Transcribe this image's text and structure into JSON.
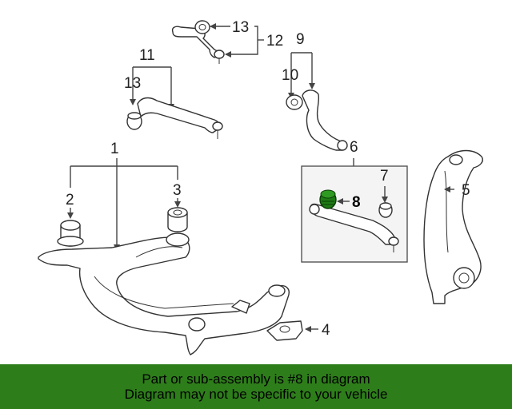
{
  "callouts": {
    "c1": "1",
    "c2": "2",
    "c3": "3",
    "c4": "4",
    "c5": "5",
    "c6": "6",
    "c7": "7",
    "c8": "8",
    "c9": "9",
    "c10": "10",
    "c11": "11",
    "c12": "12",
    "c13a": "13",
    "c13b": "13"
  },
  "highlight_color": "#1e7a14",
  "banner": {
    "line1": "Part or sub-assembly is #8 in diagram",
    "line2": "Diagram may not be specific to your vehicle",
    "background": "#2e7d1b"
  }
}
